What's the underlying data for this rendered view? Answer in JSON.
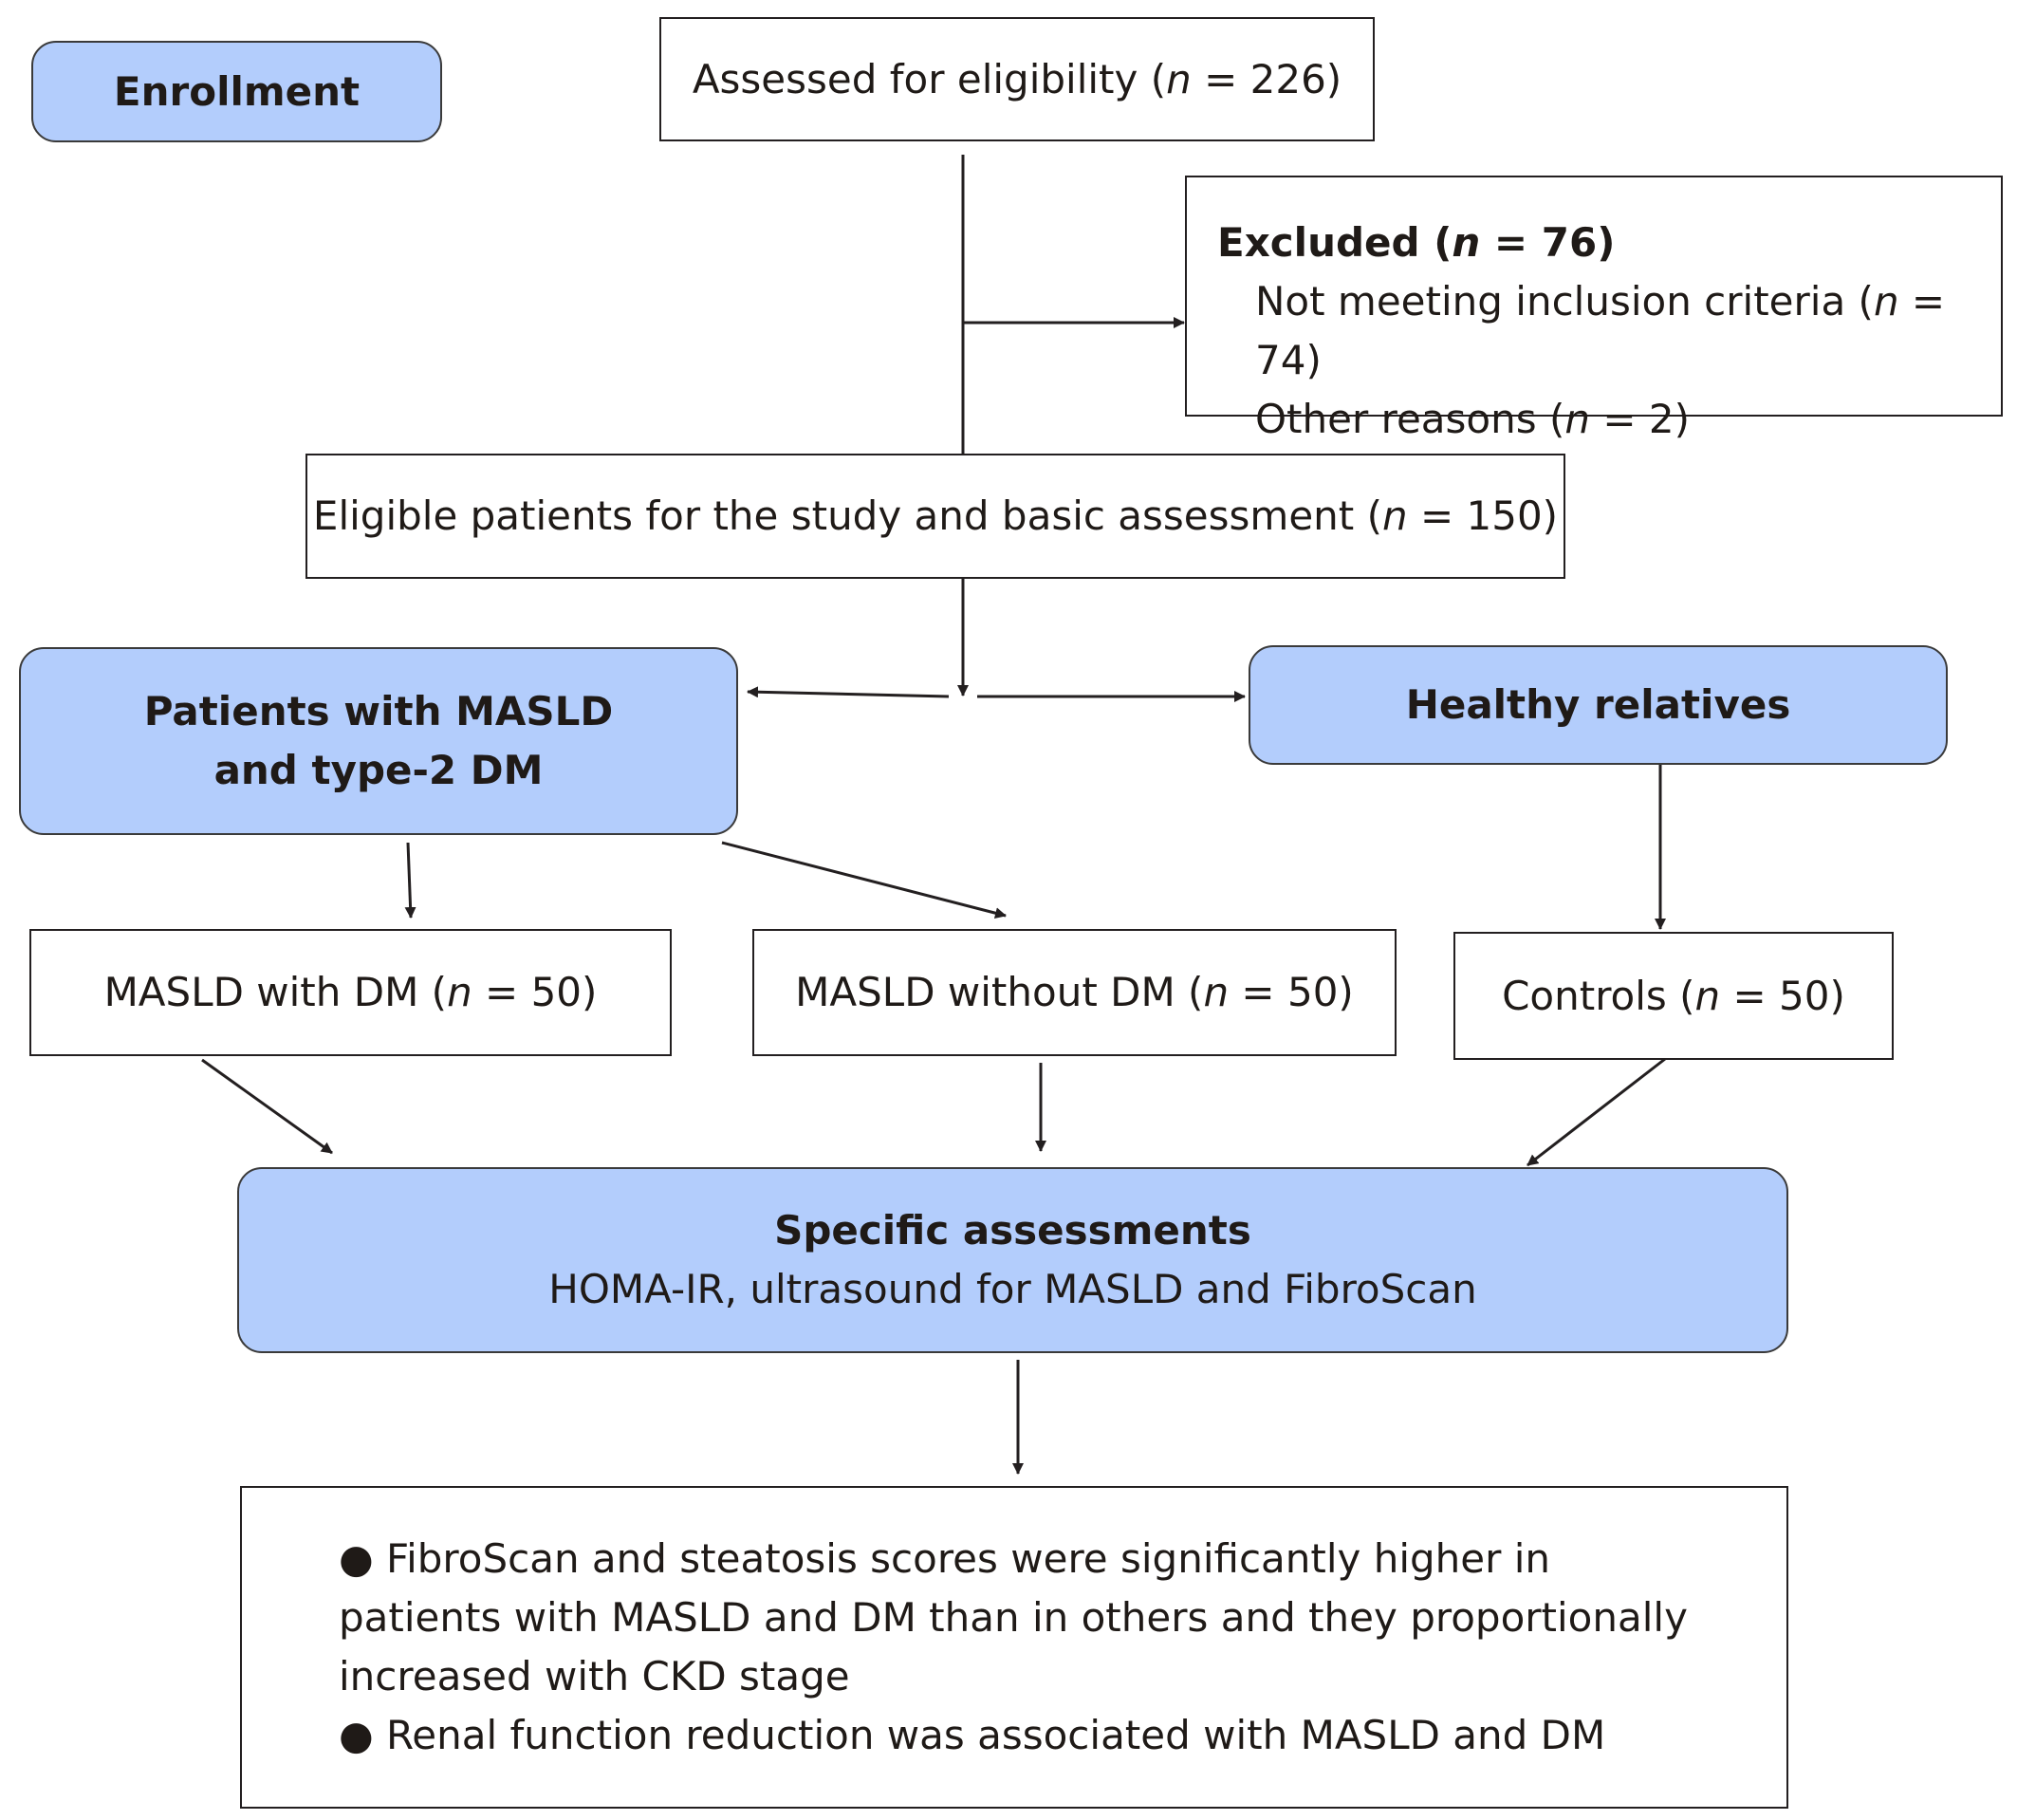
{
  "enrollment": {
    "label": "Enrollment"
  },
  "assessed": {
    "prefix": "Assessed for eligibility (",
    "n": "n",
    "suffix": " = 226)"
  },
  "excluded": {
    "title_prefix": "Excluded (",
    "title_n": "n",
    "title_suffix": " = 76)",
    "reason1_prefix": "Not meeting inclusion criteria (",
    "reason1_n": "n",
    "reason1_suffix": " = 74)",
    "reason2_prefix": "Other reasons (",
    "reason2_n": "n",
    "reason2_suffix": " = 2)"
  },
  "eligible": {
    "prefix": "Eligible patients for the study and basic assessment (",
    "n": "n",
    "suffix": " = 150)"
  },
  "patients_group": {
    "line1": "Patients with MASLD",
    "line2": "and type-2 DM"
  },
  "healthy_group": {
    "label": "Healthy relatives"
  },
  "masld_dm": {
    "prefix": "MASLD with DM (",
    "n": "n",
    "suffix": " = 50)"
  },
  "masld_no_dm": {
    "prefix": "MASLD without DM (",
    "n": "n",
    "suffix": " = 50)"
  },
  "controls": {
    "prefix": "Controls (",
    "n": "n",
    "suffix": " = 50)"
  },
  "specific": {
    "title": "Specific assessments",
    "subtitle": "HOMA-IR, ultrasound for MASLD and FibroScan"
  },
  "outcomes": {
    "bullet1": "● FibroScan and steatosis scores were significantly higher in patients with MASLD and DM than in others and they proportionally increased with CKD stage",
    "bullet2": "● Renal function reduction was associated with MASLD and DM"
  },
  "colors": {
    "box_fill": "#b3cdfc",
    "line": "#231f20"
  }
}
